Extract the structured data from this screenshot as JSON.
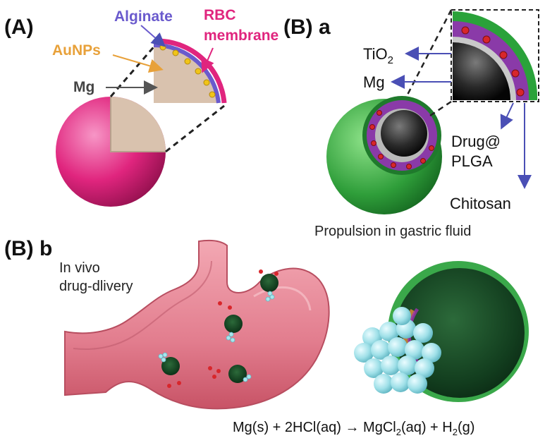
{
  "panels": {
    "A": {
      "label": "(A)",
      "alginate": "Alginate",
      "rbc_line1": "RBC",
      "rbc_line2": "membrane",
      "aunps": "AuNPs",
      "mg": "Mg"
    },
    "Ba": {
      "label": "(B) a",
      "tio2_main": "TiO",
      "tio2_sub": "2",
      "mg": "Mg",
      "drug_line1": "Drug@",
      "drug_line2": "PLGA",
      "chitosan": "Chitosan",
      "caption": "Propulsion in gastric fluid"
    },
    "Bb": {
      "label": "(B) b",
      "invivo_line1": "In vivo",
      "invivo_line2": "drug-dlivery",
      "eq_part1": "Mg(s) + 2HCl(aq) → MgCl",
      "eq_sub1": "2",
      "eq_part2": "(aq) + H",
      "eq_sub2": "2",
      "eq_part3": "(g)"
    }
  },
  "colors": {
    "rbc": "#e0257e",
    "alginate": "#6a5acd",
    "aunps": "#e8a13a",
    "mg_core": "#d9c2ae",
    "chitosan": "#3db34a",
    "plga": "#9b2fae",
    "arrow": "#4a4fb5",
    "stomach": "#e07a8a",
    "bubble": "#a8e6ec"
  }
}
